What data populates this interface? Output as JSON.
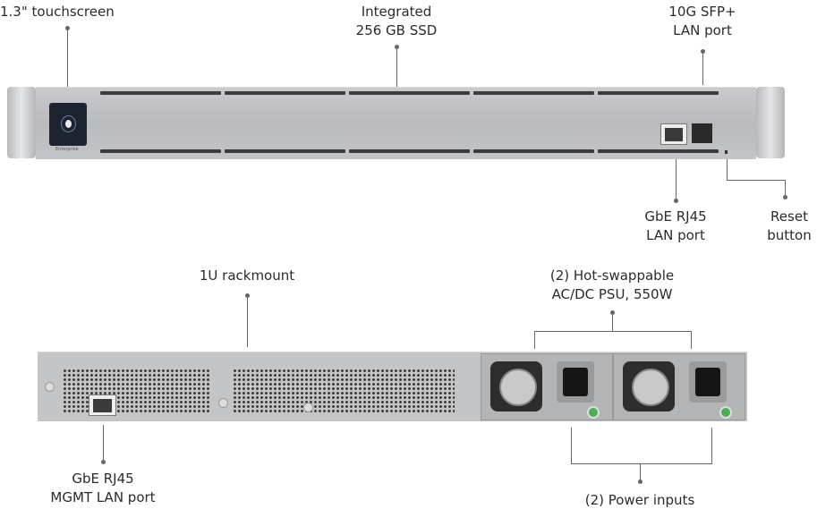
{
  "front_labels": {
    "touchscreen": "1.3\" touchscreen",
    "ssd_line1": "Integrated",
    "ssd_line2": "256 GB SSD",
    "sfp_line1": "10G SFP+",
    "sfp_line2": "LAN port",
    "rj45_line1": "GbE RJ45",
    "rj45_line2": "LAN port",
    "reset_line1": "Reset",
    "reset_line2": "button"
  },
  "rear_labels": {
    "rackmount": "1U rackmount",
    "psu_line1": "(2) Hot-swappable",
    "psu_line2": "AC/DC PSU, 550W",
    "mgmt_line1": "GbE RJ45",
    "mgmt_line2": "MGMT LAN port",
    "power_inputs": "(2) Power inputs"
  },
  "device": {
    "screen_text": "Enterprise"
  },
  "colors": {
    "leader": "#666666",
    "chassis": "#c4c5c7",
    "led": "#4caf50"
  }
}
